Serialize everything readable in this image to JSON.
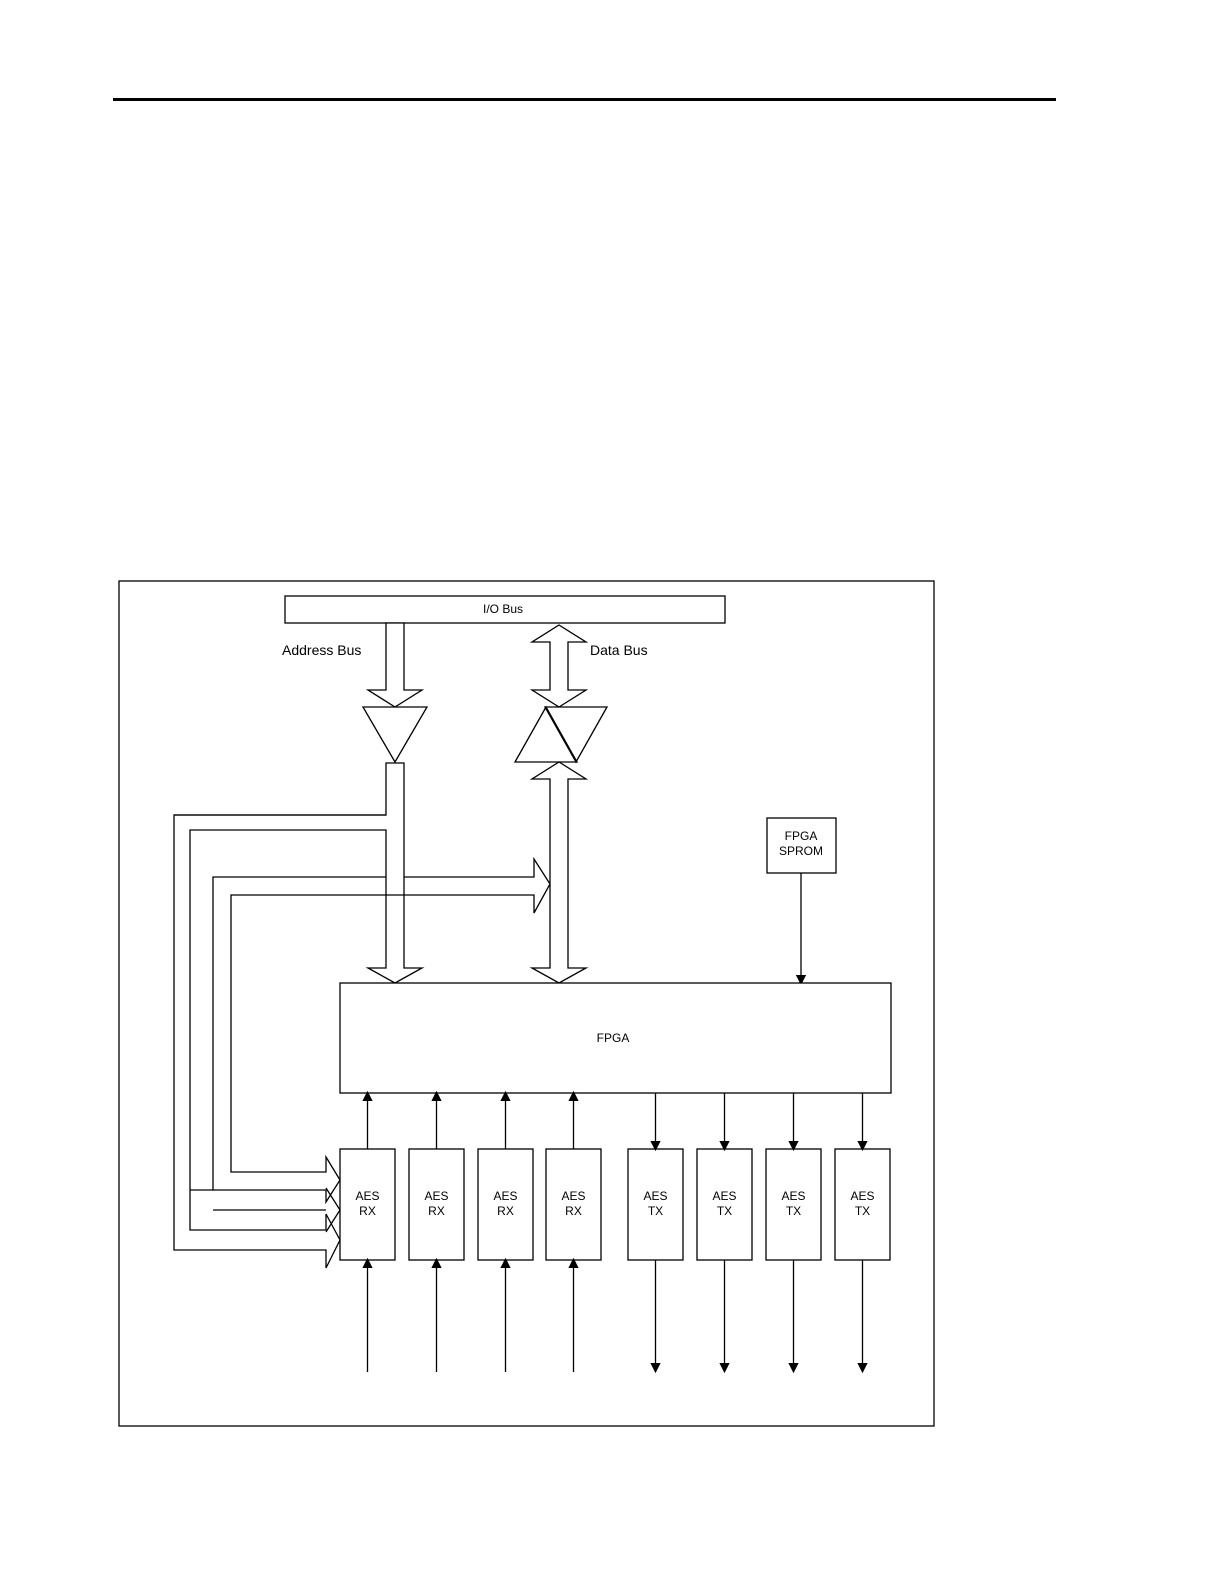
{
  "diagram": {
    "io_bus_label": "I/O Bus",
    "address_bus_label": "Address Bus",
    "data_bus_label": "Data Bus",
    "fpga_label": "FPGA",
    "sprom_label_line1": "FPGA",
    "sprom_label_line2": "SPROM",
    "rx_blocks": [
      {
        "line1": "AES",
        "line2": "RX"
      },
      {
        "line1": "AES",
        "line2": "RX"
      },
      {
        "line1": "AES",
        "line2": "RX"
      },
      {
        "line1": "AES",
        "line2": "RX"
      }
    ],
    "tx_blocks": [
      {
        "line1": "AES",
        "line2": "TX"
      },
      {
        "line1": "AES",
        "line2": "TX"
      },
      {
        "line1": "AES",
        "line2": "TX"
      },
      {
        "line1": "AES",
        "line2": "TX"
      }
    ]
  }
}
